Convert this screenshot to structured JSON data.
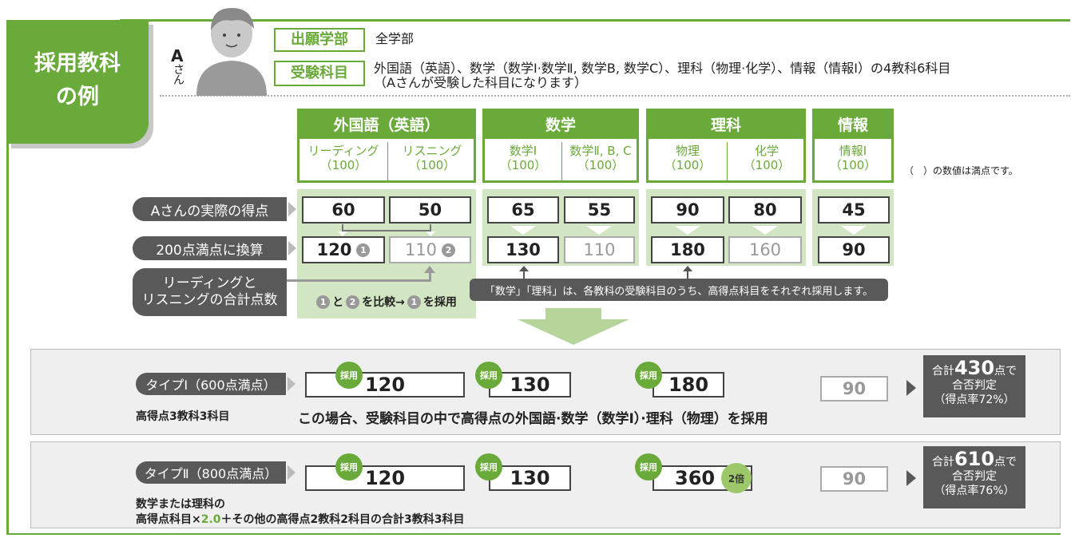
{
  "header": {
    "tag_line1": "採用教科",
    "tag_line2": "の例",
    "person_initial": "A",
    "person_suffix": "さん",
    "faculty_label": "出願学部",
    "faculty_value": "全学部",
    "subjects_label": "受験科目",
    "subjects_value_line1": "外国語（英語）、数学（数学Ⅰ·数学Ⅱ, 数学B, 数学C）、理科（物理·化学）、情報（情報Ⅰ）の4教科6科目",
    "subjects_value_line2": "（Aさんが受験した科目になります）"
  },
  "subjects": [
    {
      "name": "外国語（英語）",
      "items": [
        {
          "name": "リーディング",
          "max": "（100）"
        },
        {
          "name": "リスニング",
          "max": "（100）"
        }
      ]
    },
    {
      "name": "数学",
      "items": [
        {
          "name": "数学Ⅰ",
          "max": "（100）"
        },
        {
          "name": "数学Ⅱ, B, C",
          "max": "（100）"
        }
      ]
    },
    {
      "name": "理科",
      "items": [
        {
          "name": "物理",
          "max": "（100）"
        },
        {
          "name": "化学",
          "max": "（100）"
        }
      ]
    },
    {
      "name": "情報",
      "items": [
        {
          "name": "情報Ⅰ",
          "max": "（100）"
        }
      ]
    }
  ],
  "full_score_note": "（　）の数値は満点です。",
  "rows": {
    "actual_label": "Aさんの実際の得点",
    "converted_label": "200点満点に換算",
    "sum_label_line1": "リーディングと",
    "sum_label_line2": "リスニングの合計点数",
    "actual": [
      "60",
      "50",
      "65",
      "55",
      "90",
      "80",
      "45"
    ],
    "converted": [
      "120",
      "110",
      "130",
      "110",
      "180",
      "160",
      "90"
    ],
    "marker1": "1",
    "marker2": "2"
  },
  "compare": {
    "c1": "1",
    "text1": "と",
    "c2": "2",
    "text2": "を比較→",
    "c3": "1",
    "text3": "を採用"
  },
  "callout": "「数学」「理科」は、各教科の受験科目のうち、高得点科目をそれぞれ採用します。",
  "types": [
    {
      "label": "タイプⅠ（600点満点）",
      "desc_line1": "高得点3教科3科目",
      "desc_line2": "",
      "explanation": "この場合、受験科目の中で高得点の外国語·数学（数学Ⅰ）·理科（物理）を採用",
      "adopt": "採用",
      "values": [
        "120",
        "130",
        "180",
        "90"
      ],
      "total_prefix": "合計",
      "total_value": "430",
      "total_suffix": "点で",
      "judge": "合否判定",
      "rate": "（得点率72%）"
    },
    {
      "label": "タイプⅡ（800点満点）",
      "desc_line1": "数学または理科の",
      "desc_line2_a": "高得点科目×",
      "desc_line2_mult": "2.0",
      "desc_line2_b": "＋その他の高得点2教科2科目の合計3教科3科目",
      "adopt": "採用",
      "double": "2倍",
      "values": [
        "120",
        "130",
        "360",
        "90"
      ],
      "total_prefix": "合計",
      "total_value": "610",
      "total_suffix": "点で",
      "judge": "合否判定",
      "rate": "（得点率76%）"
    }
  ],
  "colors": {
    "accent": "#6aaa3a",
    "dark": "#595959",
    "light_green": "#d3e6c3"
  }
}
